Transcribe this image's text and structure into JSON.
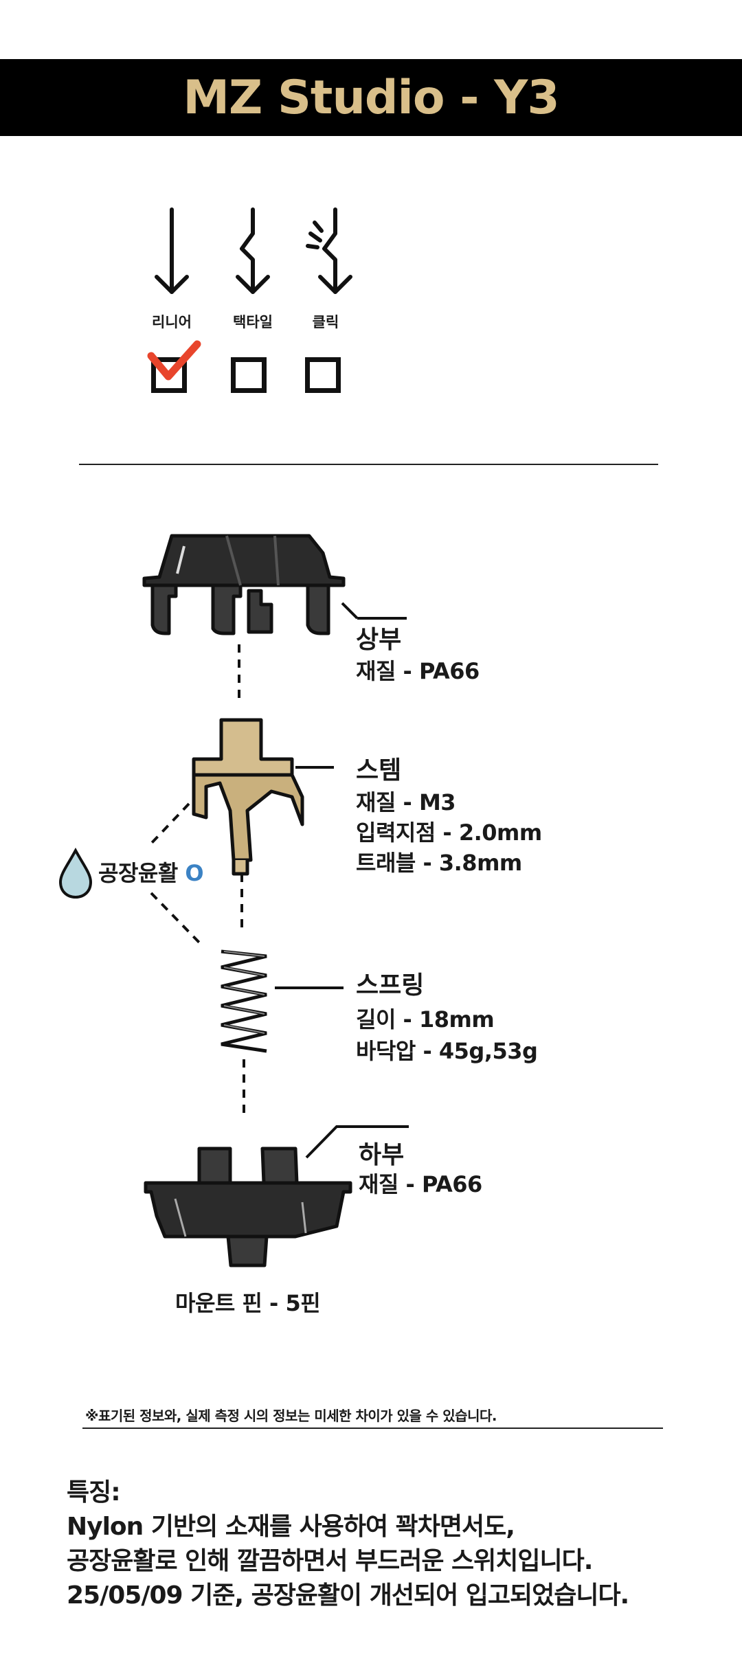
{
  "title": "MZ Studio - Y3",
  "switch_types": [
    {
      "label": "리니어",
      "checked": true
    },
    {
      "label": "택타일",
      "checked": false
    },
    {
      "label": "클릭",
      "checked": false
    }
  ],
  "parts": {
    "top": {
      "name": "상부",
      "specs": [
        "재질 - PA66"
      ]
    },
    "stem": {
      "name": "스템",
      "specs": [
        "재질 - M3",
        "입력지점 - 2.0mm",
        "트래블 - 3.8mm"
      ]
    },
    "spring": {
      "name": "스프링",
      "specs": [
        "길이 - 18mm",
        "바닥압 - 45g,53g"
      ]
    },
    "bottom": {
      "name": "하부",
      "specs": [
        "재질 - PA66"
      ]
    }
  },
  "lube": {
    "label": "공장윤활",
    "mark": "O"
  },
  "mount_pin": "마운트 핀 - 5핀",
  "disclaimer": "※표기된 정보와, 실제 측정 시의 정보는 미세한 차이가 있을 수 있습니다.",
  "features": {
    "heading": "특징:",
    "lines": [
      "Nylon 기반의 소재를 사용하여 꽉차면서도,",
      "공장윤활로 인해 깔끔하면서 부드러운 스위치입니다.",
      "25/05/09 기준, 공장윤활이 개선되어 입고되었습니다."
    ]
  },
  "colors": {
    "title_text": "#d9bf8a",
    "check_mark": "#e8452c",
    "lube_mark": "#3b82c4",
    "stem": "#d4bd8e"
  }
}
